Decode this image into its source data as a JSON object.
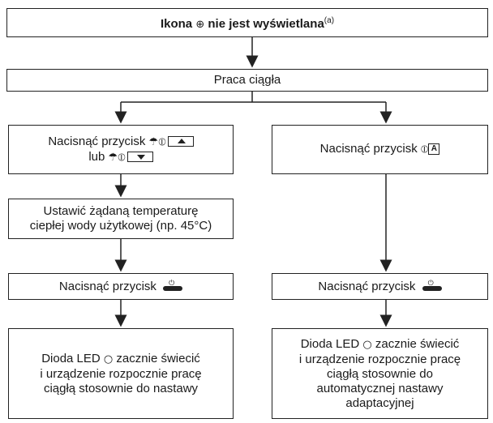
{
  "title": {
    "prefix": "Ikona",
    "icon": "clock-icon",
    "suffix": "nie jest wyświetlana",
    "note": "(a)"
  },
  "step_continuous": "Praca ciągła",
  "left": {
    "step1_line1": "Nacisnąć przycisk",
    "step1_or": "lub",
    "step2_line1": "Ustawić żądaną temperaturę",
    "step2_line2": "ciepłej wody użytkowej (np. 45°C)",
    "step3": "Nacisnąć przycisk",
    "result_line1": "Dioda LED",
    "result_line1b": "zacznie świecić",
    "result_line2": "i urządzenie rozpocznie pracę",
    "result_line3": "ciągłą stosownie do nastawy"
  },
  "right": {
    "step1": "Nacisnąć przycisk",
    "step1_box_letter": "A",
    "step3": "Nacisnąć przycisk",
    "result_line1": "Dioda LED",
    "result_line1b": "zacznie świecić",
    "result_line2": "i urządzenie rozpocznie pracę",
    "result_line3": "ciągłą stosownie do",
    "result_line4": "automatycznej nastawy",
    "result_line5": "adaptacyjnej"
  },
  "icons": {
    "clock": "clock-icon",
    "shower": "shower-icon",
    "temperature": "thermometer-icon",
    "up": "up-button-icon",
    "down": "down-button-icon",
    "power": "power-button-icon",
    "led": "led-circle-icon"
  }
}
